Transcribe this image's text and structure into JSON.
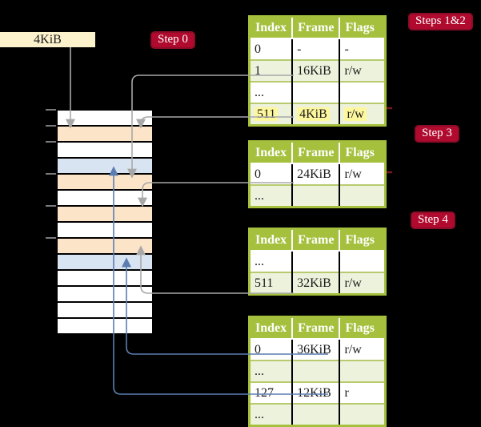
{
  "frame_box": {
    "label": "4KiB"
  },
  "badges": {
    "step0": {
      "label": "Step 0"
    },
    "steps12": {
      "label": "Steps 1&2"
    },
    "step3": {
      "label": "Step 3"
    },
    "step4": {
      "label": "Step 4"
    }
  },
  "memory": {
    "rows": [
      {
        "kind": "white"
      },
      {
        "kind": "peach"
      },
      {
        "kind": "white"
      },
      {
        "kind": "blue"
      },
      {
        "kind": "peach"
      },
      {
        "kind": "white"
      },
      {
        "kind": "peach"
      },
      {
        "kind": "white"
      },
      {
        "kind": "peach"
      },
      {
        "kind": "blue"
      },
      {
        "kind": "white"
      },
      {
        "kind": "white"
      },
      {
        "kind": "white"
      },
      {
        "kind": "white"
      }
    ]
  },
  "tables": [
    {
      "id": "page-table-steps-1-2",
      "columns": [
        "Index",
        "Frame",
        "Flags"
      ],
      "rows": [
        {
          "cells": [
            "0",
            "-",
            "-"
          ],
          "shade": "white",
          "highlight": false
        },
        {
          "cells": [
            "1",
            "16KiB",
            "r/w"
          ],
          "shade": "green",
          "highlight": false
        },
        {
          "cells": [
            "...",
            "",
            ""
          ],
          "shade": "white",
          "highlight": false
        },
        {
          "cells": [
            "511",
            "4KiB",
            "r/w"
          ],
          "shade": "green",
          "highlight": true
        }
      ]
    },
    {
      "id": "page-table-step-3",
      "columns": [
        "Index",
        "Frame",
        "Flags"
      ],
      "rows": [
        {
          "cells": [
            "0",
            "24KiB",
            "r/w"
          ],
          "shade": "white",
          "highlight": false
        },
        {
          "cells": [
            "...",
            "",
            ""
          ],
          "shade": "green",
          "highlight": false
        }
      ]
    },
    {
      "id": "page-table-step-4",
      "columns": [
        "Index",
        "Frame",
        "Flags"
      ],
      "rows": [
        {
          "cells": [
            "...",
            "",
            ""
          ],
          "shade": "white",
          "highlight": false
        },
        {
          "cells": [
            "511",
            "32KiB",
            "r/w"
          ],
          "shade": "green",
          "highlight": false
        }
      ]
    },
    {
      "id": "page-table-leaf",
      "columns": [
        "Index",
        "Frame",
        "Flags"
      ],
      "rows": [
        {
          "cells": [
            "0",
            "36KiB",
            "r/w"
          ],
          "shade": "white",
          "highlight": false
        },
        {
          "cells": [
            "...",
            "",
            ""
          ],
          "shade": "green",
          "highlight": false
        },
        {
          "cells": [
            "127",
            "12KiB",
            "r"
          ],
          "shade": "white",
          "highlight": false
        },
        {
          "cells": [
            "...",
            "",
            ""
          ],
          "shade": "green",
          "highlight": false
        }
      ]
    }
  ],
  "colors": {
    "olive": "#a4c03c",
    "olive-light": "#b7cb6e",
    "green-row": "#edf2dc",
    "yellow": "#fdf79d",
    "peach": "#fce4c8",
    "blue": "#d9e4f3",
    "cream": "#fcf2cc",
    "badge-red": "#b00b2f",
    "badge-red-dark": "#8c0c28",
    "arrow-gray": "#a8a8a8",
    "arrow-blue": "#5b7db1",
    "tick-gray": "#999999",
    "stub-red": "#7b1520"
  }
}
